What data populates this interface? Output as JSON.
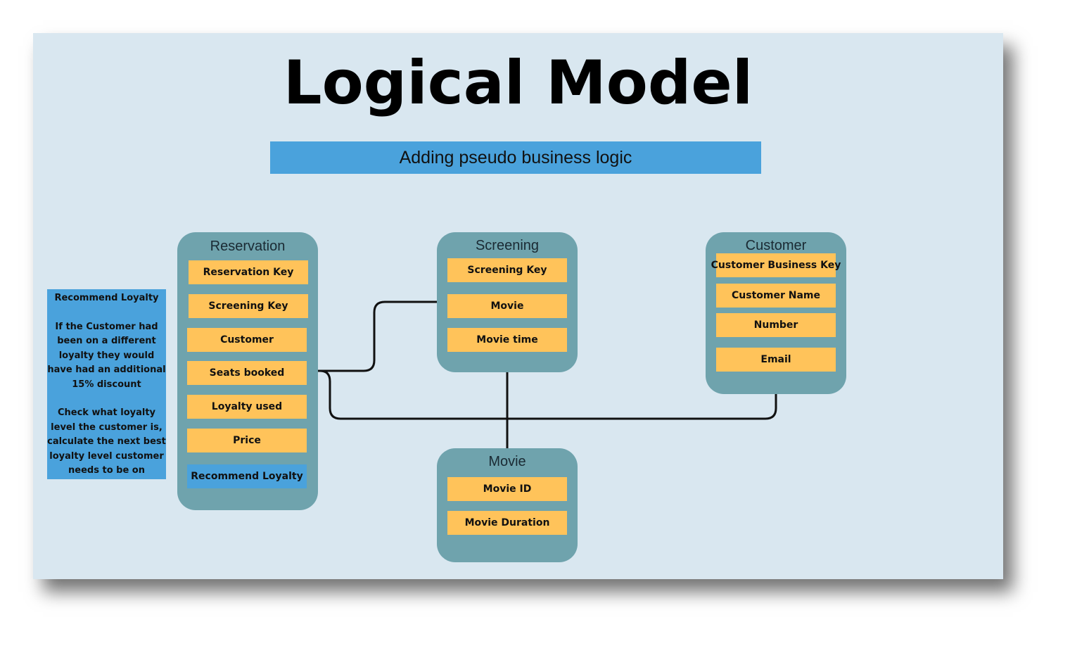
{
  "title": "Logical Model",
  "subtitle": "Adding pseudo business logic",
  "note": {
    "heading": "Recommend Loyalty",
    "paragraph1": "If the Customer had been on a different loyalty they would have had an additional 15% discount",
    "paragraph2": "Check what loyalty level the customer is, calculate the next best loyalty level customer needs to be on"
  },
  "entities": {
    "reservation": {
      "name": "Reservation",
      "fields": [
        "Reservation Key",
        "Screening Key",
        "Customer",
        "Seats booked",
        "Loyalty used",
        "Price",
        "Recommend Loyalty"
      ]
    },
    "screening": {
      "name": "Screening",
      "fields": [
        "Screening Key",
        "Movie",
        "Movie time"
      ]
    },
    "customer": {
      "name": "Customer",
      "fields": [
        "Customer Business Key",
        "Customer Name",
        "Number",
        "Email"
      ]
    },
    "movie": {
      "name": "Movie",
      "fields": [
        "Movie ID",
        "Movie Duration"
      ]
    }
  },
  "colors": {
    "slide_background": "#d9e7f0",
    "entity_box": "#6fa3ad",
    "field": "#ffc35a",
    "accent_blue": "#4aa2dc"
  }
}
